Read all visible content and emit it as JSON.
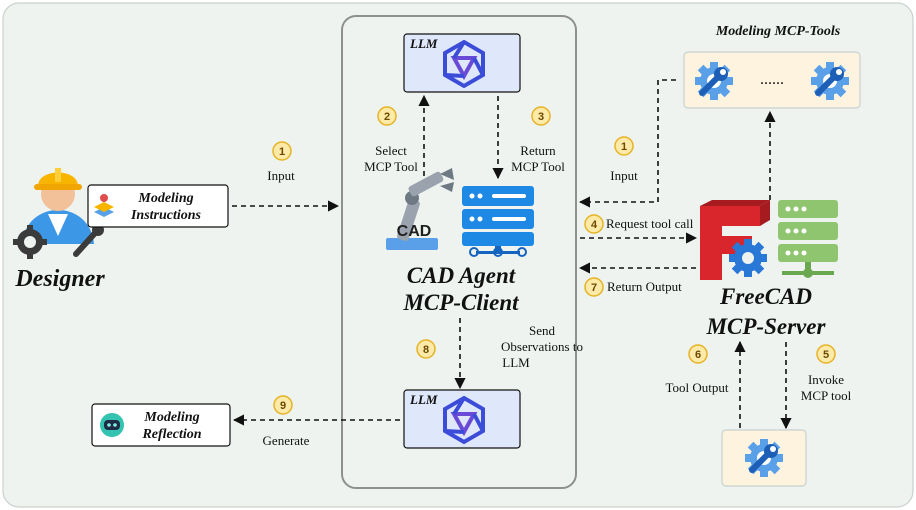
{
  "designer": {
    "label": "Designer"
  },
  "instructions": {
    "line1": "Modeling",
    "line2": "Instructions"
  },
  "reflection": {
    "line1": "Modeling",
    "line2": "Reflection"
  },
  "llm_top": {
    "label": "LLM"
  },
  "llm_bottom": {
    "label": "LLM"
  },
  "cad_icon_text": "CAD",
  "client": {
    "line1": "CAD Agent",
    "line2": "MCP-Client"
  },
  "server": {
    "line1": "FreeCAD",
    "line2": "MCP-Server"
  },
  "tools": {
    "title": "Modeling MCP-Tools",
    "dots": "......"
  },
  "steps": {
    "input_left": {
      "num": "1",
      "text": "Input"
    },
    "input_right": {
      "num": "1",
      "text": "Input"
    },
    "select": {
      "num": "2",
      "line1": "Select",
      "line2": "MCP Tool"
    },
    "return_tool": {
      "num": "3",
      "line1": "Return",
      "line2": "MCP Tool"
    },
    "request": {
      "num": "4",
      "text": "Request tool call"
    },
    "invoke": {
      "num": "5",
      "line1": "Invoke",
      "line2": "MCP tool"
    },
    "tool_output": {
      "num": "6",
      "text": "Tool Output"
    },
    "return_output": {
      "num": "7",
      "text": "Return Output"
    },
    "send_obs": {
      "num": "8",
      "line1": "Send",
      "line2": "Observations to",
      "line3": "LLM"
    },
    "generate": {
      "num": "9",
      "text": "Generate"
    }
  },
  "colors": {
    "background": "#eef3f0",
    "llm_box": "#dfe7fb",
    "tools_box": "#fdf3df",
    "badge": "#fde9a8",
    "badge_stroke": "#e6b325",
    "wrench_blue": "#2a78d6",
    "gear_blue": "#5aa0e8",
    "server_green": "#8fc56f",
    "freecad_red": "#d8262c"
  }
}
